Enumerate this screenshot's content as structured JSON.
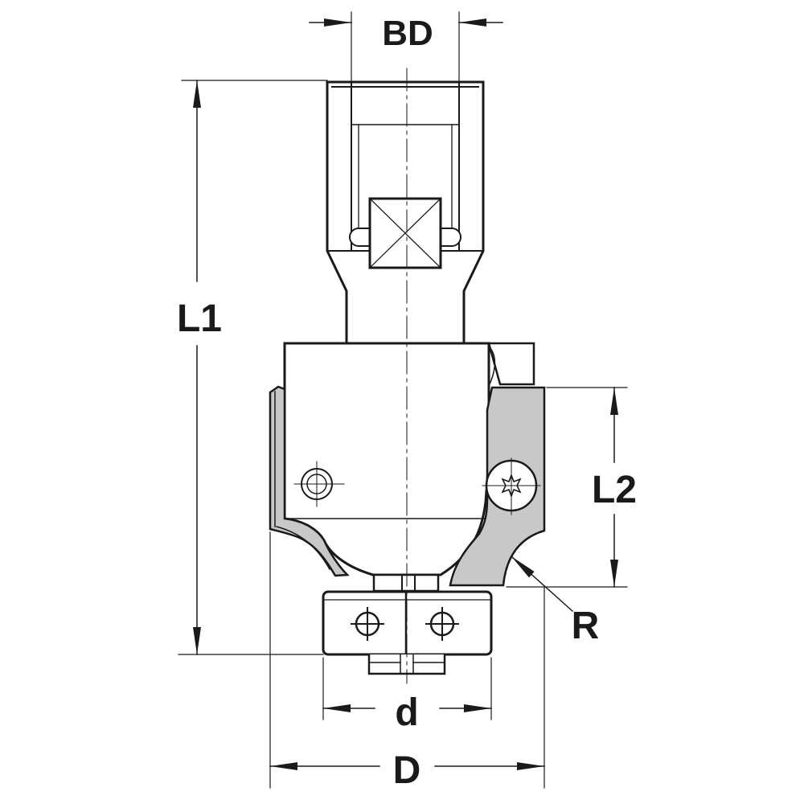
{
  "figure": {
    "description_labels": {
      "bd": "BD",
      "l1": "L1",
      "l2": "L2",
      "r": "R",
      "d_small": "d",
      "d_large": "D"
    },
    "colors": {
      "line": "#1a1a1a",
      "insert_fill": "#c8c8c8",
      "background": "#ffffff"
    }
  }
}
